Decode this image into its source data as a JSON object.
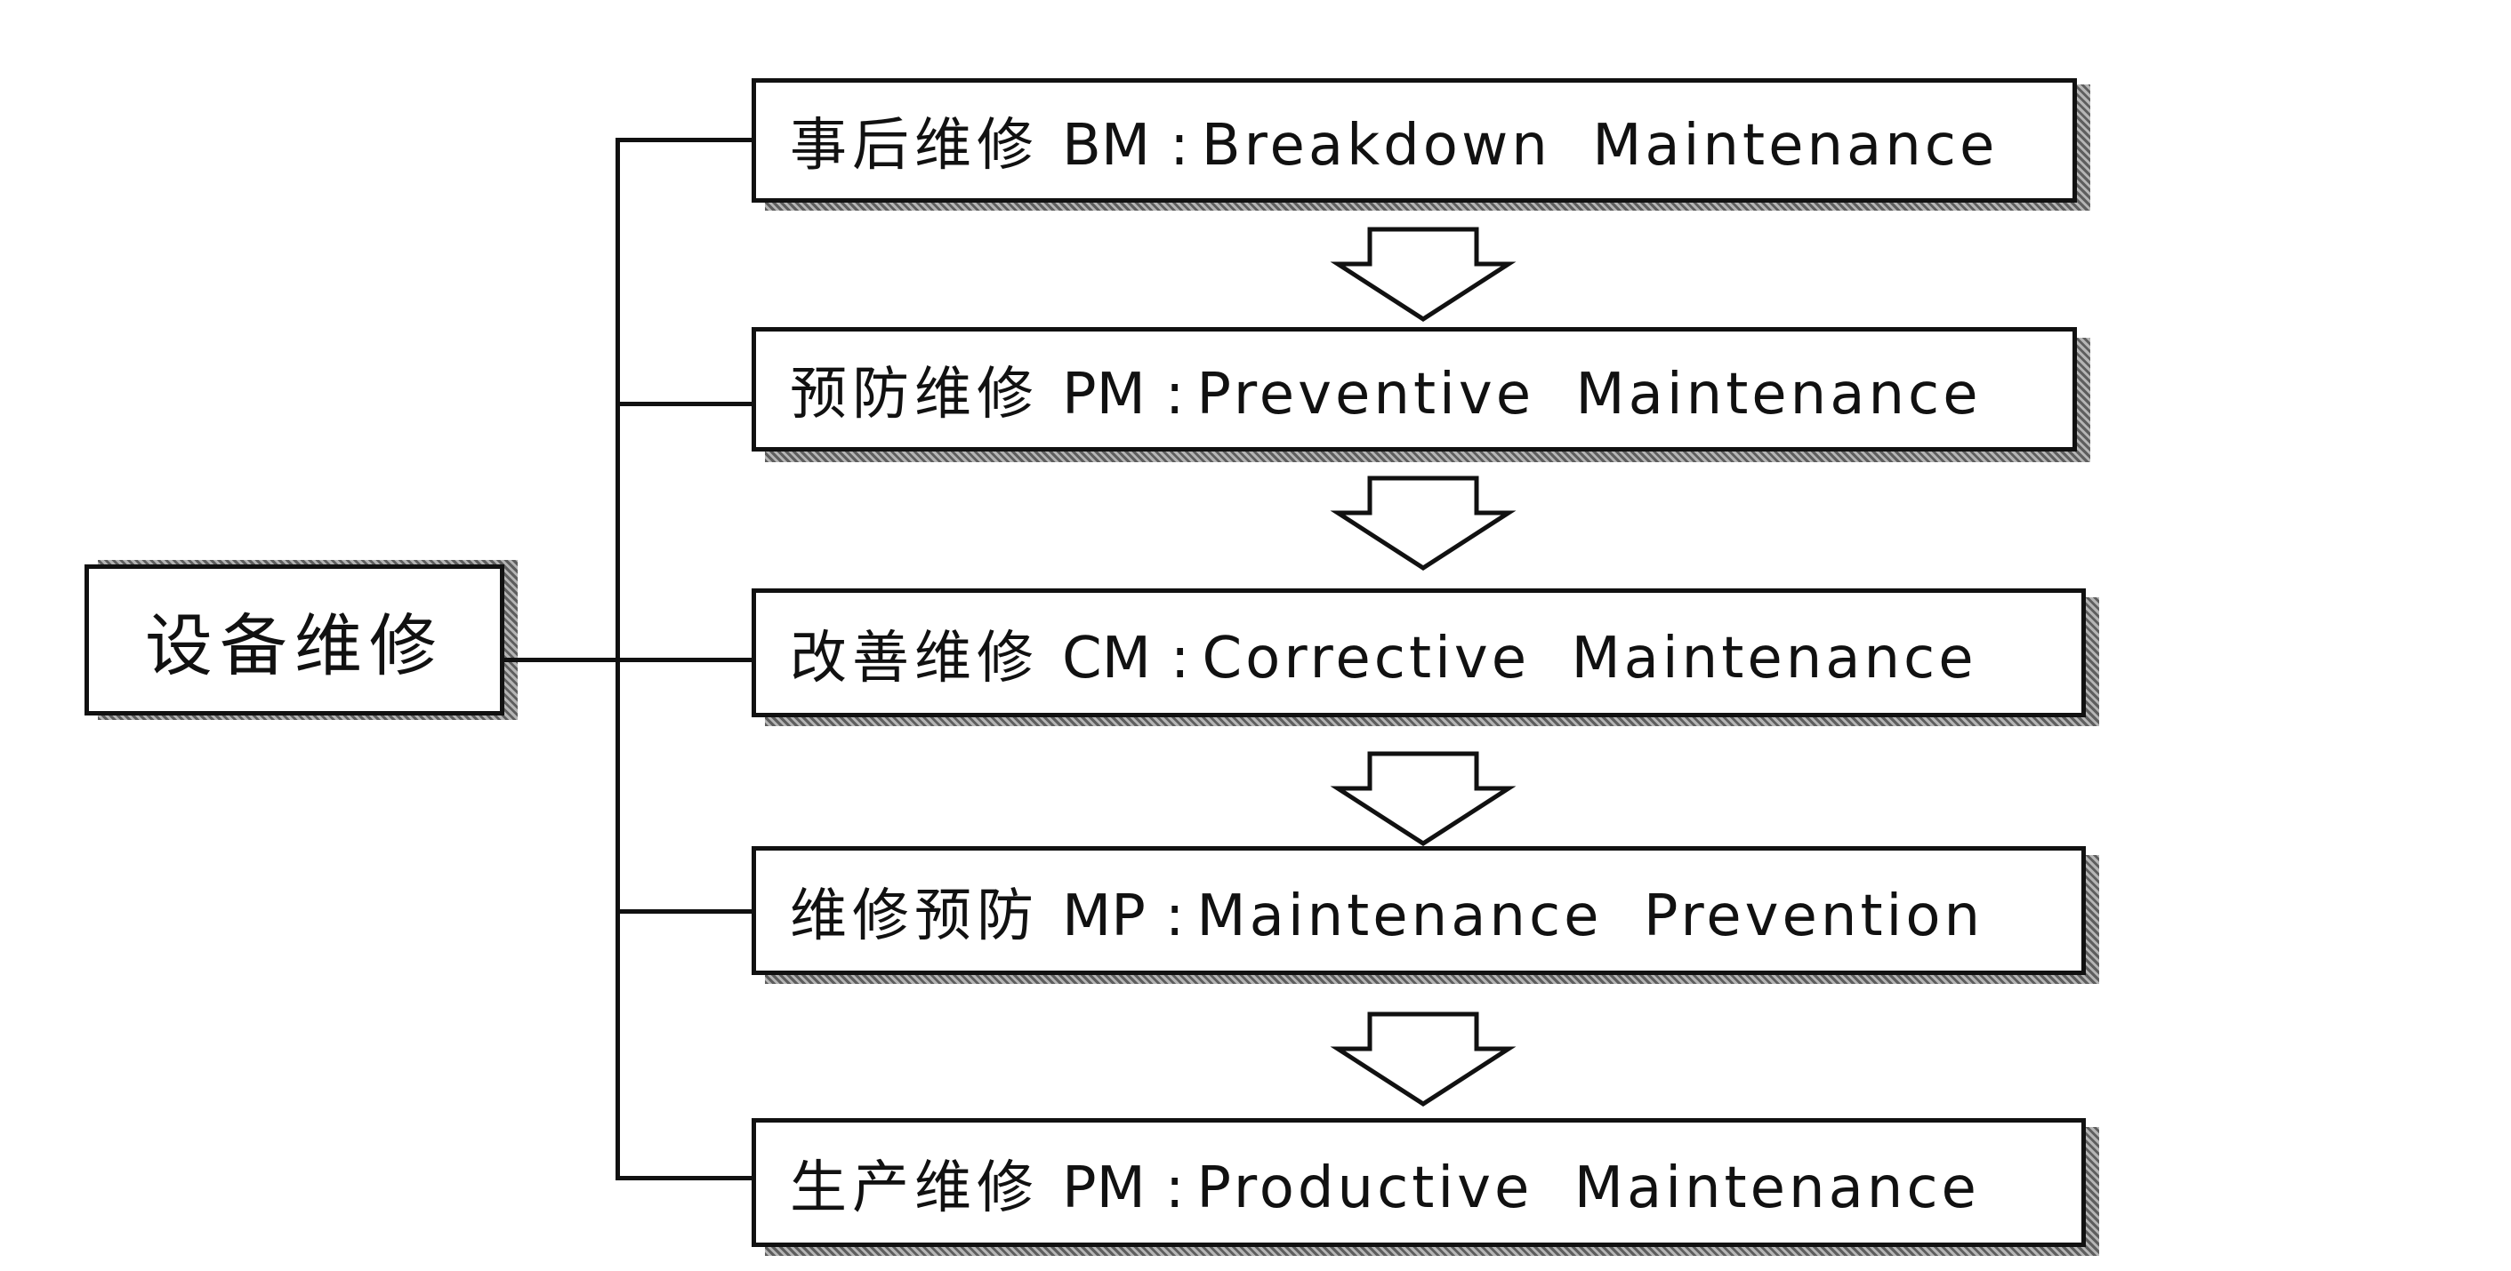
{
  "diagram": {
    "root": {
      "label": "设备维修"
    },
    "items": [
      {
        "zh": "事后维修",
        "abbr": "BM",
        "colon": ":",
        "en": "Breakdown Maintenance"
      },
      {
        "zh": "预防维修",
        "abbr": "PM",
        "colon": ":",
        "en": "Preventive Maintenance"
      },
      {
        "zh": "改善维修",
        "abbr": "CM",
        "colon": ":",
        "en": "Corrective Maintenance"
      },
      {
        "zh": "维修预防",
        "abbr": "MP",
        "colon": ":",
        "en": "Maintenance Prevention"
      },
      {
        "zh": "生产维修",
        "abbr": "PM",
        "colon": ":",
        "en": "Productive Maintenance"
      }
    ]
  }
}
